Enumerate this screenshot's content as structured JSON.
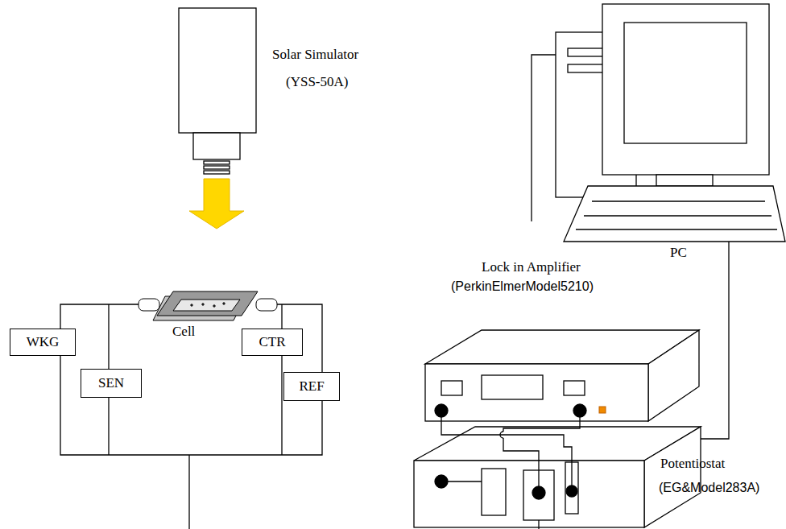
{
  "diagram": {
    "nodes": [
      {
        "text": [
          "WKG"
        ]
      },
      {
        "text": [
          "SEN"
        ]
      },
      {
        "text": [
          "CTR"
        ]
      },
      {
        "text": [
          "REF"
        ]
      }
    ],
    "labels": [
      "Solar Simulator",
      "(YSS-50A)",
      "Cell",
      "Lock in Amplifier",
      "(PerkinElmerModel5210)",
      "PC",
      "Potentiostat",
      "(EG&Model283A)"
    ]
  }
}
